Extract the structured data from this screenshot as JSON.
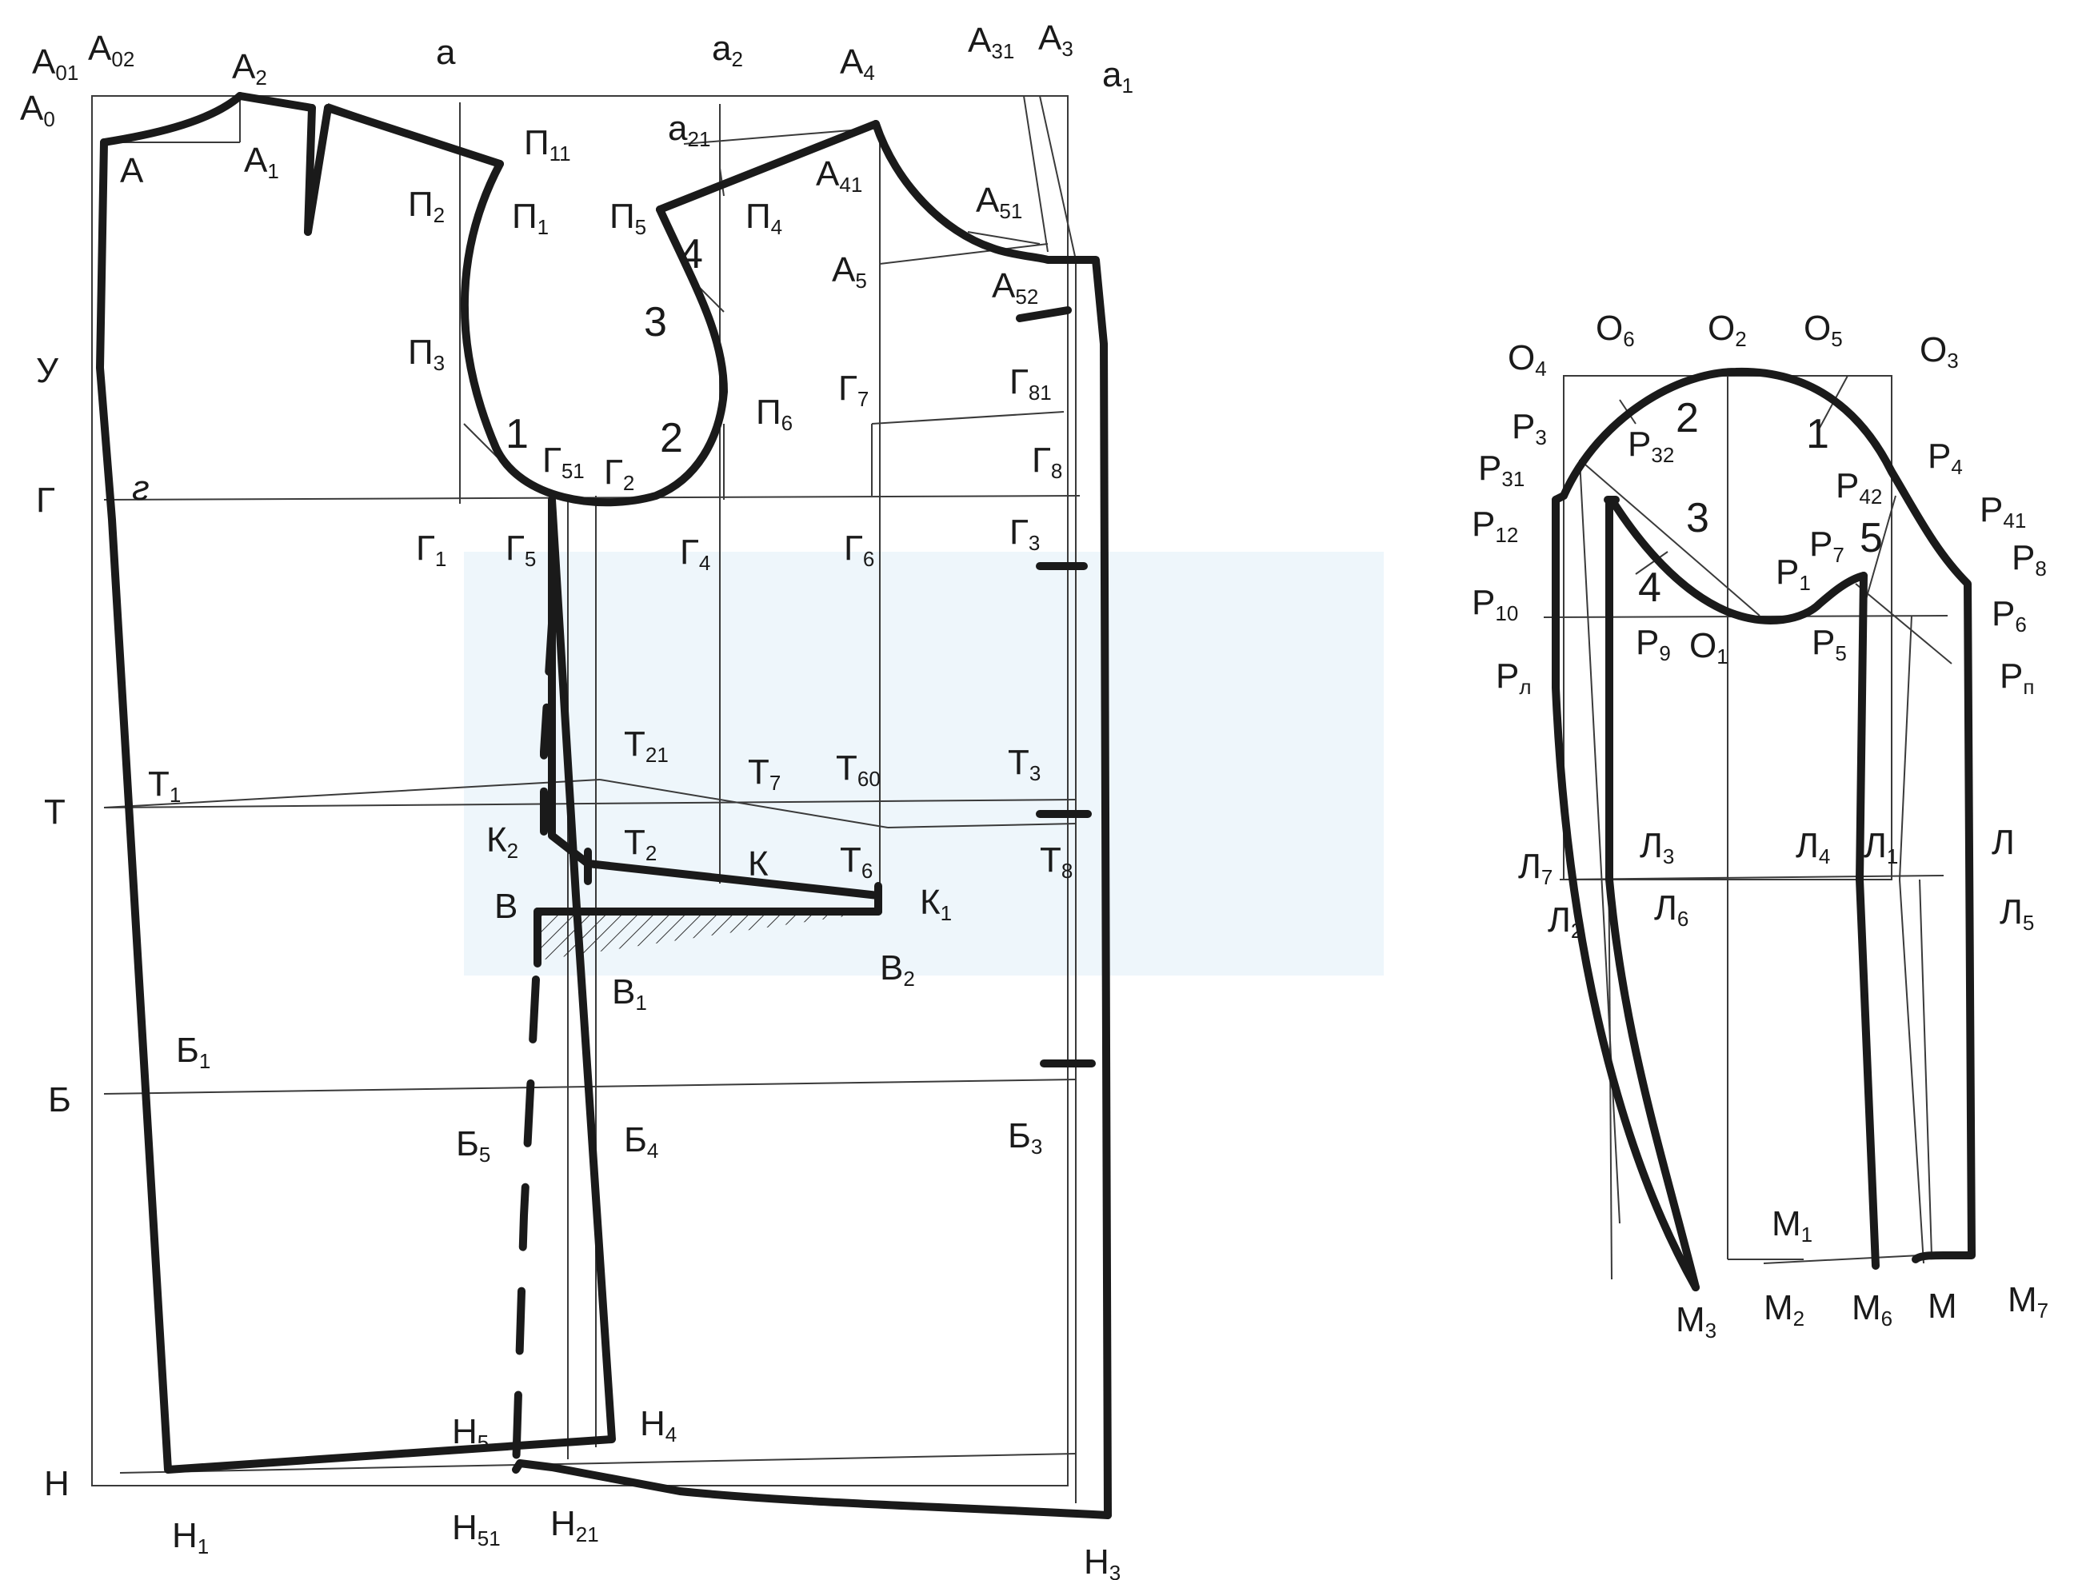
{
  "labels": {
    "A01": [
      "А",
      "01"
    ],
    "A02": [
      "А",
      "02"
    ],
    "A0": [
      "А",
      "0"
    ],
    "A": [
      "А",
      ""
    ],
    "A2": [
      "А",
      "2"
    ],
    "A1": [
      "А",
      "1"
    ],
    "a": [
      "а",
      ""
    ],
    "a2": [
      "а",
      "2"
    ],
    "A4": [
      "А",
      "4"
    ],
    "A31": [
      "А",
      "31"
    ],
    "A3": [
      "А",
      "3"
    ],
    "a1": [
      "а",
      "1"
    ],
    "a21": [
      "а",
      "21"
    ],
    "P11": [
      "П",
      "11"
    ],
    "P2": [
      "П",
      "2"
    ],
    "P1": [
      "П",
      "1"
    ],
    "P5": [
      "П",
      "5"
    ],
    "P4": [
      "П",
      "4"
    ],
    "A41": [
      "А",
      "41"
    ],
    "A51": [
      "А",
      "51"
    ],
    "A5": [
      "А",
      "5"
    ],
    "A52": [
      "А",
      "52"
    ],
    "U": [
      "У",
      ""
    ],
    "P3": [
      "П",
      "3"
    ],
    "G7": [
      "Г",
      "7"
    ],
    "G81": [
      "Г",
      "81"
    ],
    "P6": [
      "П",
      "6"
    ],
    "G51": [
      "Г",
      "51"
    ],
    "G2": [
      "Г",
      "2"
    ],
    "G8": [
      "Г",
      "8"
    ],
    "G": [
      "Г",
      ""
    ],
    "g": [
      "г",
      ""
    ],
    "G1": [
      "Г",
      "1"
    ],
    "G5": [
      "Г",
      "5"
    ],
    "G4": [
      "Г",
      "4"
    ],
    "G6": [
      "Г",
      "6"
    ],
    "G3": [
      "Г",
      "3"
    ],
    "T21": [
      "Т",
      "21"
    ],
    "T7": [
      "Т",
      "7"
    ],
    "T60": [
      "Т",
      "60"
    ],
    "T3": [
      "Т",
      "3"
    ],
    "T1": [
      "Т",
      "1"
    ],
    "T": [
      "Т",
      ""
    ],
    "K2": [
      "К",
      "2"
    ],
    "T2": [
      "Т",
      "2"
    ],
    "K": [
      "К",
      ""
    ],
    "T6": [
      "Т",
      "6"
    ],
    "T8": [
      "Т",
      "8"
    ],
    "V": [
      "В",
      ""
    ],
    "K1": [
      "К",
      "1"
    ],
    "V2": [
      "В",
      "2"
    ],
    "V1": [
      "В",
      "1"
    ],
    "B1": [
      "Б",
      "1"
    ],
    "B": [
      "Б",
      ""
    ],
    "B5": [
      "Б",
      "5"
    ],
    "B4": [
      "Б",
      "4"
    ],
    "B3": [
      "Б",
      "3"
    ],
    "H5": [
      "Н",
      "5"
    ],
    "H4": [
      "Н",
      "4"
    ],
    "H": [
      "Н",
      ""
    ],
    "H1": [
      "Н",
      "1"
    ],
    "H51": [
      "Н",
      "51"
    ],
    "H21": [
      "Н",
      "21"
    ],
    "H3": [
      "Н",
      "3"
    ],
    "O4": [
      "О",
      "4"
    ],
    "O6": [
      "О",
      "6"
    ],
    "O2": [
      "О",
      "2"
    ],
    "O5": [
      "О",
      "5"
    ],
    "O3": [
      "О",
      "3"
    ],
    "R3": [
      "Р",
      "3"
    ],
    "R32": [
      "Р",
      "32"
    ],
    "R31": [
      "Р",
      "31"
    ],
    "R4": [
      "Р",
      "4"
    ],
    "R42": [
      "Р",
      "42"
    ],
    "R41": [
      "Р",
      "41"
    ],
    "R12": [
      "Р",
      "12"
    ],
    "R7": [
      "Р",
      "7"
    ],
    "R8": [
      "Р",
      "8"
    ],
    "R1": [
      "Р",
      "1"
    ],
    "R10": [
      "Р",
      "10"
    ],
    "R6": [
      "Р",
      "6"
    ],
    "R9": [
      "Р",
      "9"
    ],
    "O1": [
      "О",
      "1"
    ],
    "R5": [
      "Р",
      "5"
    ],
    "RL": [
      "Р",
      "л"
    ],
    "RP": [
      "Р",
      "п"
    ],
    "L7": [
      "Л",
      "7"
    ],
    "L3": [
      "Л",
      "3"
    ],
    "L4": [
      "Л",
      "4"
    ],
    "L1": [
      "Л",
      "1"
    ],
    "L": [
      "Л",
      ""
    ],
    "L2": [
      "Л",
      "2"
    ],
    "L6": [
      "Л",
      "6"
    ],
    "L5": [
      "Л",
      "5"
    ],
    "M1": [
      "М",
      "1"
    ],
    "M3": [
      "М",
      "3"
    ],
    "M2": [
      "М",
      "2"
    ],
    "M6": [
      "М",
      "6"
    ],
    "M": [
      "М",
      ""
    ],
    "M7": [
      "М",
      "7"
    ]
  },
  "numbers": {
    "n4": "4",
    "n3": "3",
    "n1": "1",
    "n2": "2",
    "s2": "2",
    "s1": "1",
    "s3": "3",
    "s5": "5",
    "s4": "4"
  }
}
